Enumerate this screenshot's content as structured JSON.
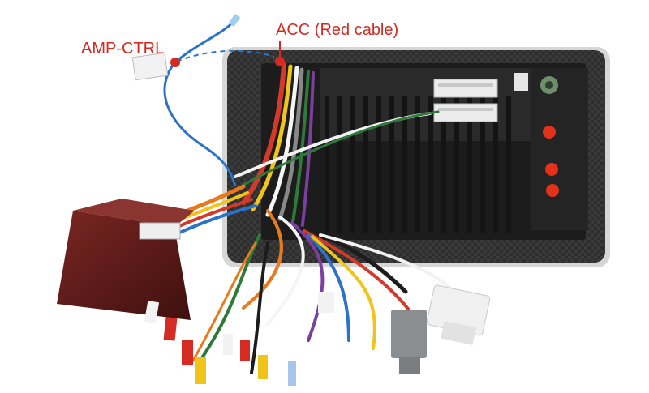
{
  "photo": {
    "subject": "car radio head unit rear with wiring harness"
  },
  "annotations": {
    "acc": {
      "text": "ACC (Red cable)",
      "color": "#d42a22"
    },
    "amp": {
      "text": "AMP-CTRL",
      "color": "#d42a22"
    }
  },
  "colors": {
    "panel": "#2a2a2a",
    "panel_edge": "#cfcfcf",
    "heatsink": "#1b1b1b",
    "blue_wire": "#2a73c9",
    "red_wire": "#d43a2a",
    "canbox": "#5a1a18",
    "connector_white": "#eeeeee",
    "connector_gray": "#8b8e90",
    "button_red": "#e2321c",
    "rca_red": "#d52b22",
    "rca_yellow": "#f0c419",
    "rca_white": "#f2f2f2"
  },
  "icons": [
    "antenna-connector-icon",
    "red-button-icon",
    "rca-plug-icon"
  ]
}
